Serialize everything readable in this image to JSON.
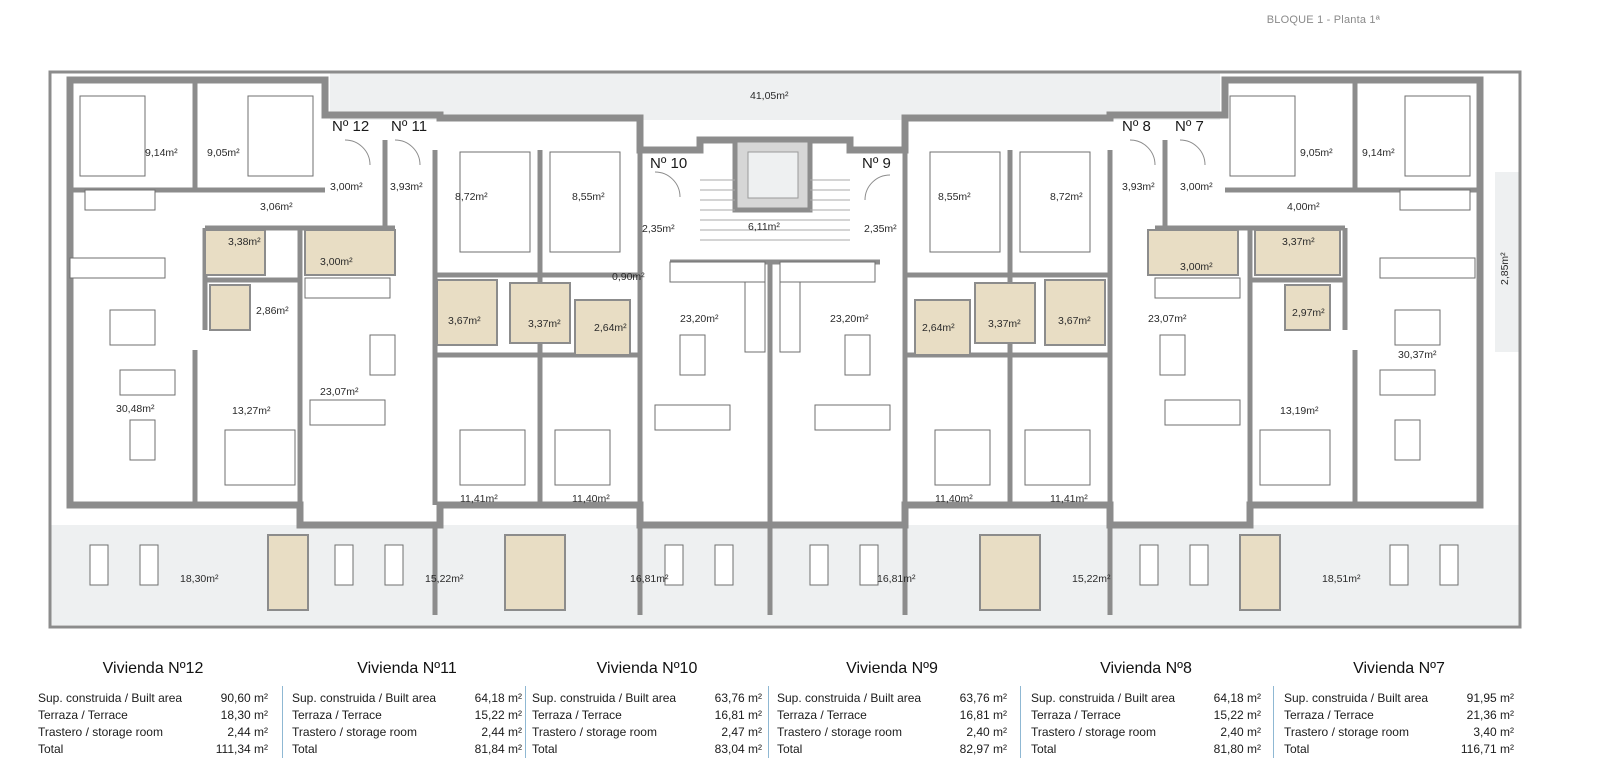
{
  "header": {
    "title": "BLOQUE 1 - Planta 1ª"
  },
  "plan": {
    "unit_numbers": [
      "Nº 12",
      "Nº 11",
      "Nº 10",
      "Nº 9",
      "Nº 8",
      "Nº 7"
    ],
    "top_terrace": "41,05m²",
    "core": {
      "stair": "6,11m²",
      "landing": "0,90m²"
    },
    "areas_left": {
      "u12_bed1": "9,14m²",
      "u12_bed2": "9,05m²",
      "u12_hall": "3,06m²",
      "u12_entry": "3,00m²",
      "u12_bath1": "3,38m²",
      "u12_bath2": "2,86m²",
      "u12_living": "30,48m²",
      "u12_bed3": "13,27m²",
      "u11_entry": "3,93m²",
      "u11_bath1": "3,00m²",
      "u11_living": "23,07m²",
      "u11_bed1": "8,72m²",
      "u11_bath2": "3,67m²",
      "u11_bed2": "11,41m²",
      "u10_bed1": "8,55m²",
      "u10_bath1": "3,37m²",
      "u10_bath2": "2,64m²",
      "u10_entry": "2,35m²",
      "u10_living": "23,20m²",
      "u10_bed2": "11,40m²"
    },
    "areas_right": {
      "u9_entry": "2,35m²",
      "u9_living": "23,20m²",
      "u9_bed1": "8,55m²",
      "u9_bath1": "2,64m²",
      "u9_bath2": "3,37m²",
      "u9_bed2": "11,40m²",
      "u8_bed1": "8,72m²",
      "u8_bath1": "3,67m²",
      "u8_entry": "3,93m²",
      "u8_bath2": "3,00m²",
      "u8_living": "23,07m²",
      "u8_bed2": "11,41m²",
      "u7_entry": "3,00m²",
      "u7_bed1": "9,05m²",
      "u7_bed2": "9,14m²",
      "u7_hall": "4,00m²",
      "u7_bath1": "3,37m²",
      "u7_bath2": "2,97m²",
      "u7_living": "30,37m²",
      "u7_bed3": "13,19m²",
      "u7_side_terrace": "2,85m²"
    },
    "terraces": [
      "18,30m²",
      "15,22m²",
      "16,81m²",
      "16,81m²",
      "15,22m²",
      "18,51m²"
    ]
  },
  "summary": [
    {
      "title": "Vivienda Nº12",
      "built": "90,60 m²",
      "terrace": "18,30 m²",
      "storage": "2,44 m²",
      "total": "111,34 m²"
    },
    {
      "title": "Vivienda Nº11",
      "built": "64,18 m²",
      "terrace": "15,22 m²",
      "storage": "2,44 m²",
      "total": "81,84 m²"
    },
    {
      "title": "Vivienda Nº10",
      "built": "63,76 m²",
      "terrace": "16,81 m²",
      "storage": "2,47 m²",
      "total": "83,04 m²"
    },
    {
      "title": "Vivienda Nº9",
      "built": "63,76 m²",
      "terrace": "16,81 m²",
      "storage": "2,40 m²",
      "total": "82,97 m²"
    },
    {
      "title": "Vivienda Nº8",
      "built": "64,18 m²",
      "terrace": "15,22 m²",
      "storage": "2,40 m²",
      "total": "81,80 m²"
    },
    {
      "title": "Vivienda Nº7",
      "built": "91,95 m²",
      "terrace": "21,36 m²",
      "storage": "3,40 m²",
      "total": "116,71 m²"
    }
  ],
  "row_labels": {
    "built": "Sup. construida / Built area",
    "terrace": "Terraza / Terrace",
    "storage": "Trastero / storage room",
    "total": "Total"
  },
  "colors": {
    "wall": "#8c8c8c",
    "terrace": "#eef0f1",
    "bath": "#e8ddc4",
    "separator": "#8fb8d3"
  }
}
